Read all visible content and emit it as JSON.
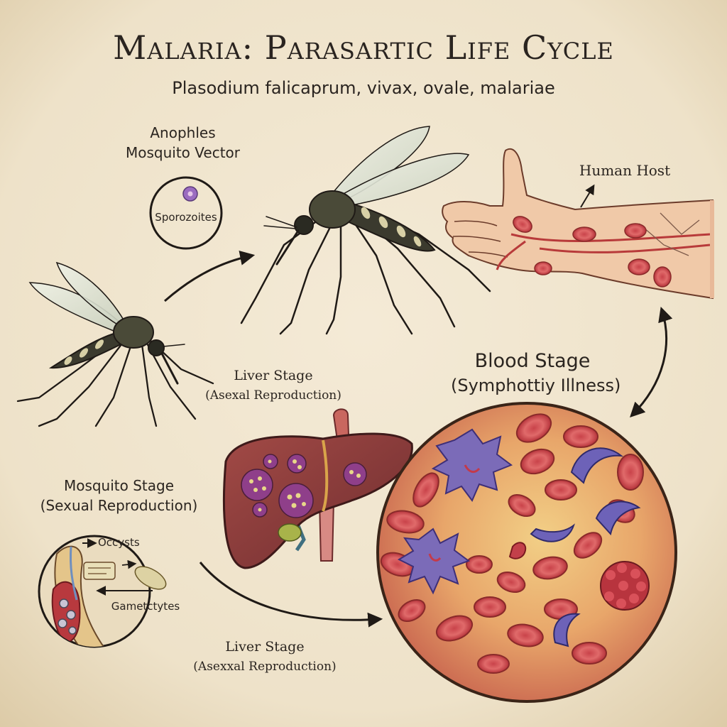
{
  "title": "Malaria: Parasartic Life Cycle",
  "subtitle": "Plasodium falicaprum, vivax, ovale, malariae",
  "labels": {
    "vector_line1": "Anophles",
    "vector_line2": "Mosquito Vector",
    "sporozoites": "Sporozoites",
    "human_host": "Human Host",
    "liver_stage_top_line1": "Liver Stage",
    "liver_stage_top_line2": "(Asexal Reproduction)",
    "blood_stage_line1": "Blood Stage",
    "blood_stage_line2": "(Symphottiy Illness)",
    "mosquito_stage_line1": "Mosquito Stage",
    "mosquito_stage_line2": "(Sexual Reproduction)",
    "oocysts": "Occysts",
    "gametocytes": "Gametctytes",
    "liver_stage_bottom_line1": "Liver Stage",
    "liver_stage_bottom_line2": "(Asexxal Reproduction)"
  },
  "colors": {
    "parchment": "#efe4cd",
    "ink": "#2b2520",
    "liver": "#8a3a3a",
    "red_cell": "#d8555a",
    "parasite": "#7b6bb8",
    "skin": "#f0c9a8"
  }
}
